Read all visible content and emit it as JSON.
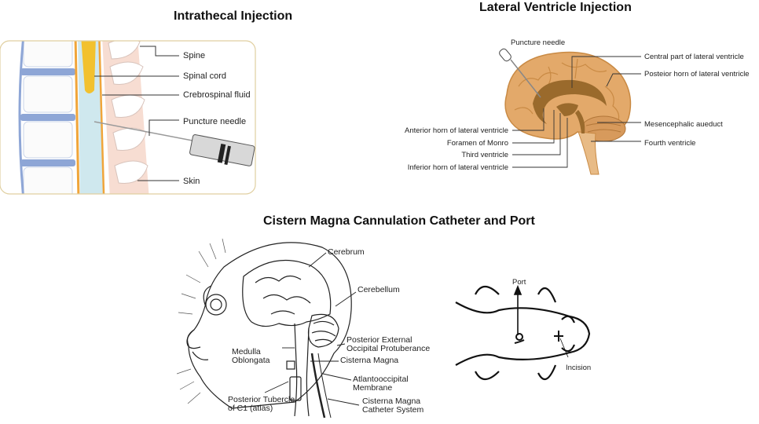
{
  "titles": {
    "intrathecal": "Intrathecal Injection",
    "ventricle": "Lateral Ventricle Injection",
    "cisterna": "Cistern Magna Cannulation Catheter and Port"
  },
  "intrathecal_labels": {
    "spine": "Spine",
    "spinal_cord": "Spinal cord",
    "csf": "Crebrospinal fluid",
    "needle": "Puncture needle",
    "skin": "Skin"
  },
  "ventricle_labels": {
    "needle": "Puncture needle",
    "central_part": "Central part of lateral ventricle",
    "posterior_horn": "Posteior horn of lateral ventricle",
    "mesencephalic": "Mesencephalic aueduct",
    "fourth": "Fourth ventricle",
    "anterior_horn": "Anterior horn of lateral ventricle",
    "foramen": "Foramen of Monro",
    "third": "Third ventricle",
    "inferior_horn": "Inferior horn of lateral ventricle"
  },
  "cisterna_labels": {
    "cerebrum": "Cerebrum",
    "cerebellum": "Cerebellum",
    "protuberance_1": "Posterior External",
    "protuberance_2": "Occipital Protuberance",
    "medulla_1": "Medulla",
    "medulla_2": "Oblongata",
    "cisterna_magna": "Cisterna Magna",
    "membrane_1": "Atlantooccipital",
    "membrane_2": "Membrane",
    "tubercle_1": "Posterior Tubercle",
    "tubercle_2": "of C1 (atlas)",
    "catheter_1": "Cisterna Magna",
    "catheter_2": "Catheter System"
  },
  "rat_labels": {
    "port": "Port",
    "incision": "Incision"
  },
  "colors": {
    "vertebra_disc": "#8ea6d6",
    "spinal_cord": "#f2c12e",
    "csf": "#cfe8ee",
    "skin": "#f7ddd2",
    "brain": "#e3a96a",
    "ventricle": "#9a6a2c"
  }
}
